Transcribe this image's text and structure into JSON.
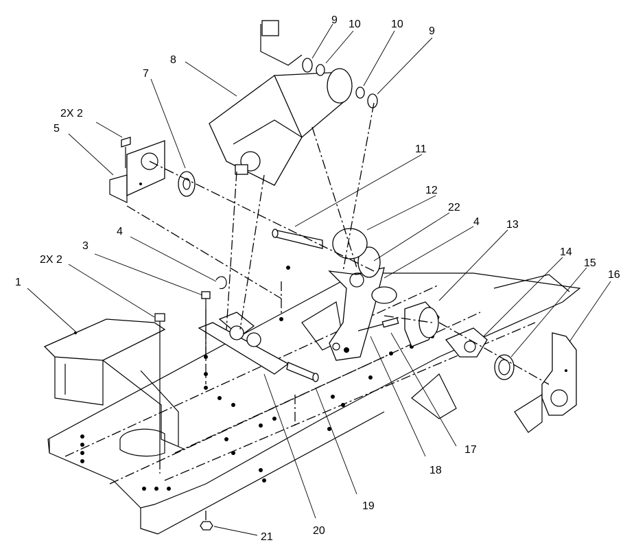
{
  "callouts": {
    "c1": "1",
    "c2x2a": "2X 2",
    "c2x2b": "2X 2",
    "c3": "3",
    "c4a": "4",
    "c4b": "4",
    "c5": "5",
    "c7": "7",
    "c8": "8",
    "c9a": "9",
    "c9b": "9",
    "c10a": "10",
    "c10b": "10",
    "c11": "11",
    "c12": "12",
    "c13": "13",
    "c14": "14",
    "c15": "15",
    "c16": "16",
    "c17": "17",
    "c18": "18",
    "c19": "19",
    "c20": "20",
    "c21": "21",
    "c22": "22"
  }
}
